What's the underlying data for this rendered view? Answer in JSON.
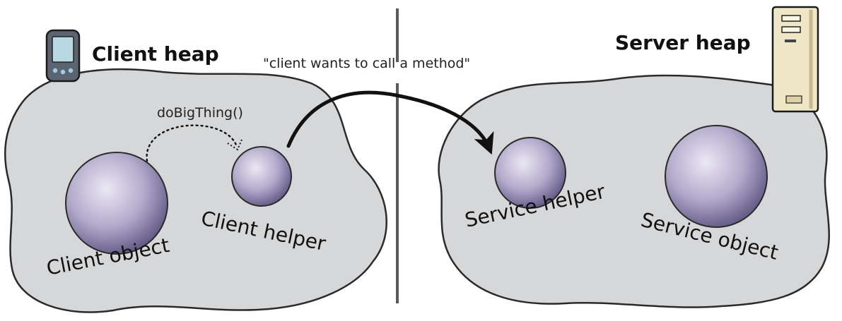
{
  "client": {
    "title": "Client heap",
    "method_call": "doBigThing()",
    "object_label": "Client object",
    "helper_label": "Client helper"
  },
  "server": {
    "title": "Server heap",
    "helper_label": "Service helper",
    "object_label": "Service object"
  },
  "call_caption": "\"client wants to call a method\"",
  "colors": {
    "heap_fill": "#d6d7d9",
    "outline": "#2a2a2a",
    "sphere_light": "#ebe8f4",
    "sphere_mid": "#b2aacb",
    "sphere_dark": "#5f5683",
    "divider": "#5a5a5a",
    "server_box": "#efe6c6"
  },
  "icons": {
    "client_device": "pda-icon",
    "server_machine": "server-tower-icon"
  }
}
